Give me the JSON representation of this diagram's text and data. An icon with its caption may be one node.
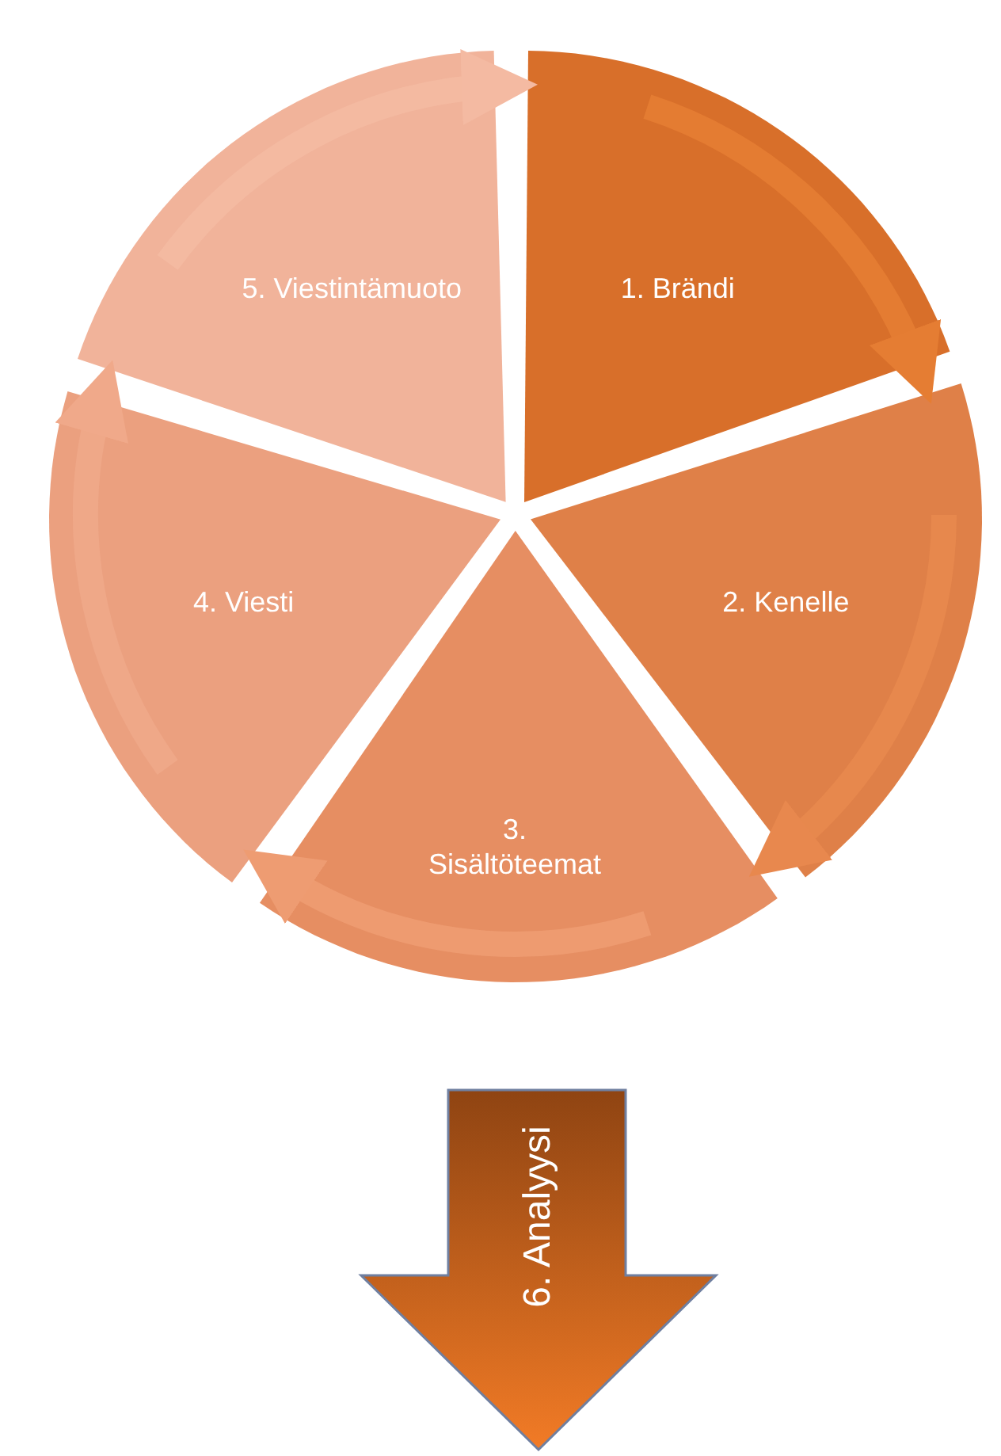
{
  "diagram": {
    "nodes": [
      {
        "text": [
          "1. Brändi"
        ]
      },
      {
        "text": [
          "2. Kenelle"
        ]
      },
      {
        "text": [
          "3. Sisältöteemat"
        ]
      },
      {
        "text": [
          "4. Viesti"
        ]
      },
      {
        "text": [
          "5. Viestintämuoto"
        ]
      },
      {
        "text": [
          "6. Analyysi"
        ]
      }
    ],
    "edges": [
      {
        "from": 0,
        "to": 1,
        "arrow": "to",
        "color": "#e57d33"
      },
      {
        "from": 1,
        "to": 2,
        "arrow": "to",
        "color": "#e8884e"
      },
      {
        "from": 2,
        "to": 3,
        "arrow": "to",
        "color": "#ee9c72"
      },
      {
        "from": 3,
        "to": 4,
        "arrow": "to",
        "color": "#f0a98a"
      },
      {
        "from": 4,
        "to": 0,
        "arrow": "to",
        "color": "#f4baa2"
      }
    ]
  }
}
